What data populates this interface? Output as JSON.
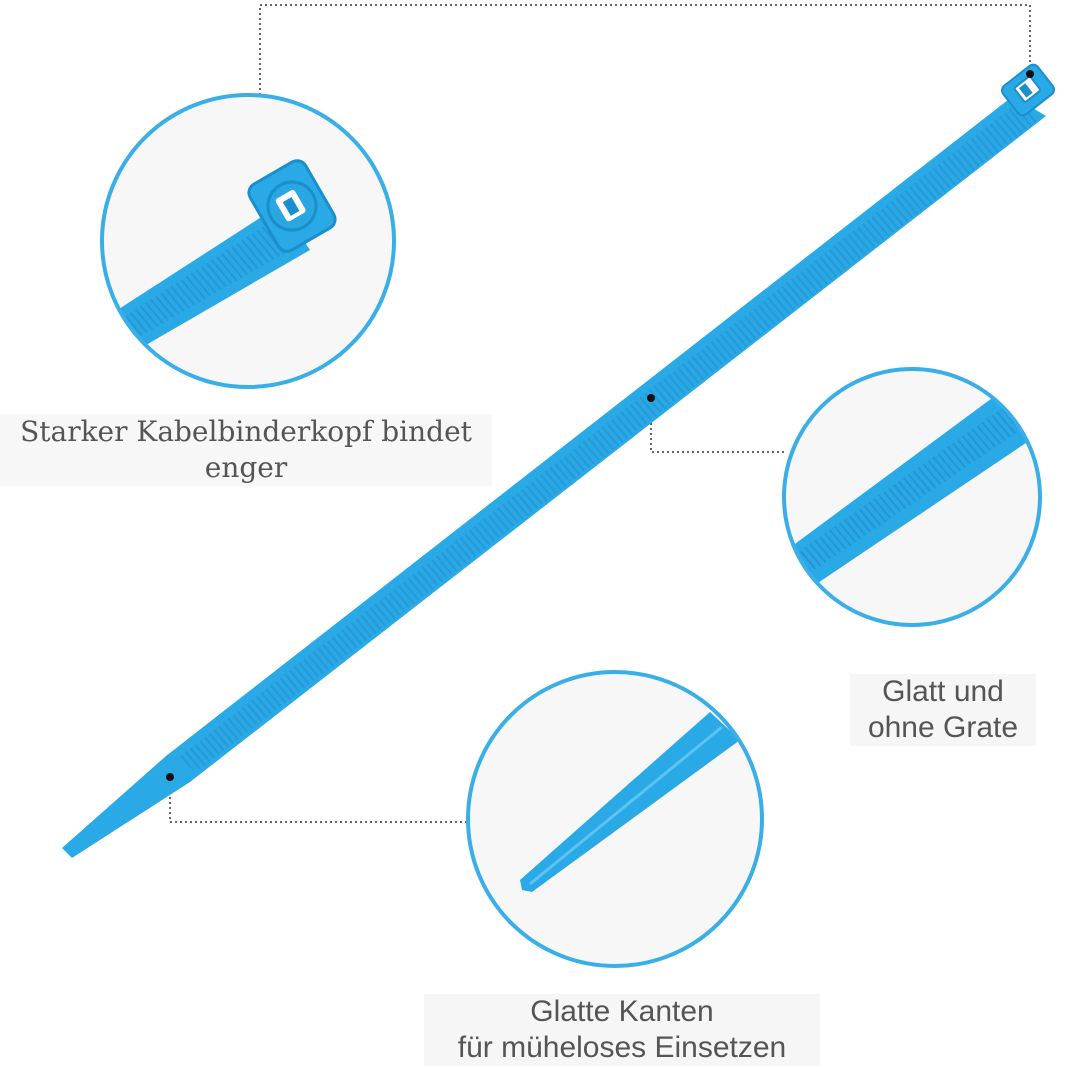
{
  "captions": {
    "head": {
      "line1": "Starker Kabelbinderkopf bindet",
      "line2": "enger"
    },
    "smooth": {
      "line1": "Glatt und",
      "line2": "ohne Grate"
    },
    "edges": {
      "line1": "Glatte Kanten",
      "line2": "für müheloses Einsetzen"
    }
  },
  "colors": {
    "tie": "#29a9e6",
    "tie_dark": "#1a8fcc",
    "tie_light": "#5cc3f2",
    "circle_ring": "#3aaee6",
    "circle_fill": "#f7f7f7",
    "leader": "#333333",
    "caption_text": "#555555"
  }
}
